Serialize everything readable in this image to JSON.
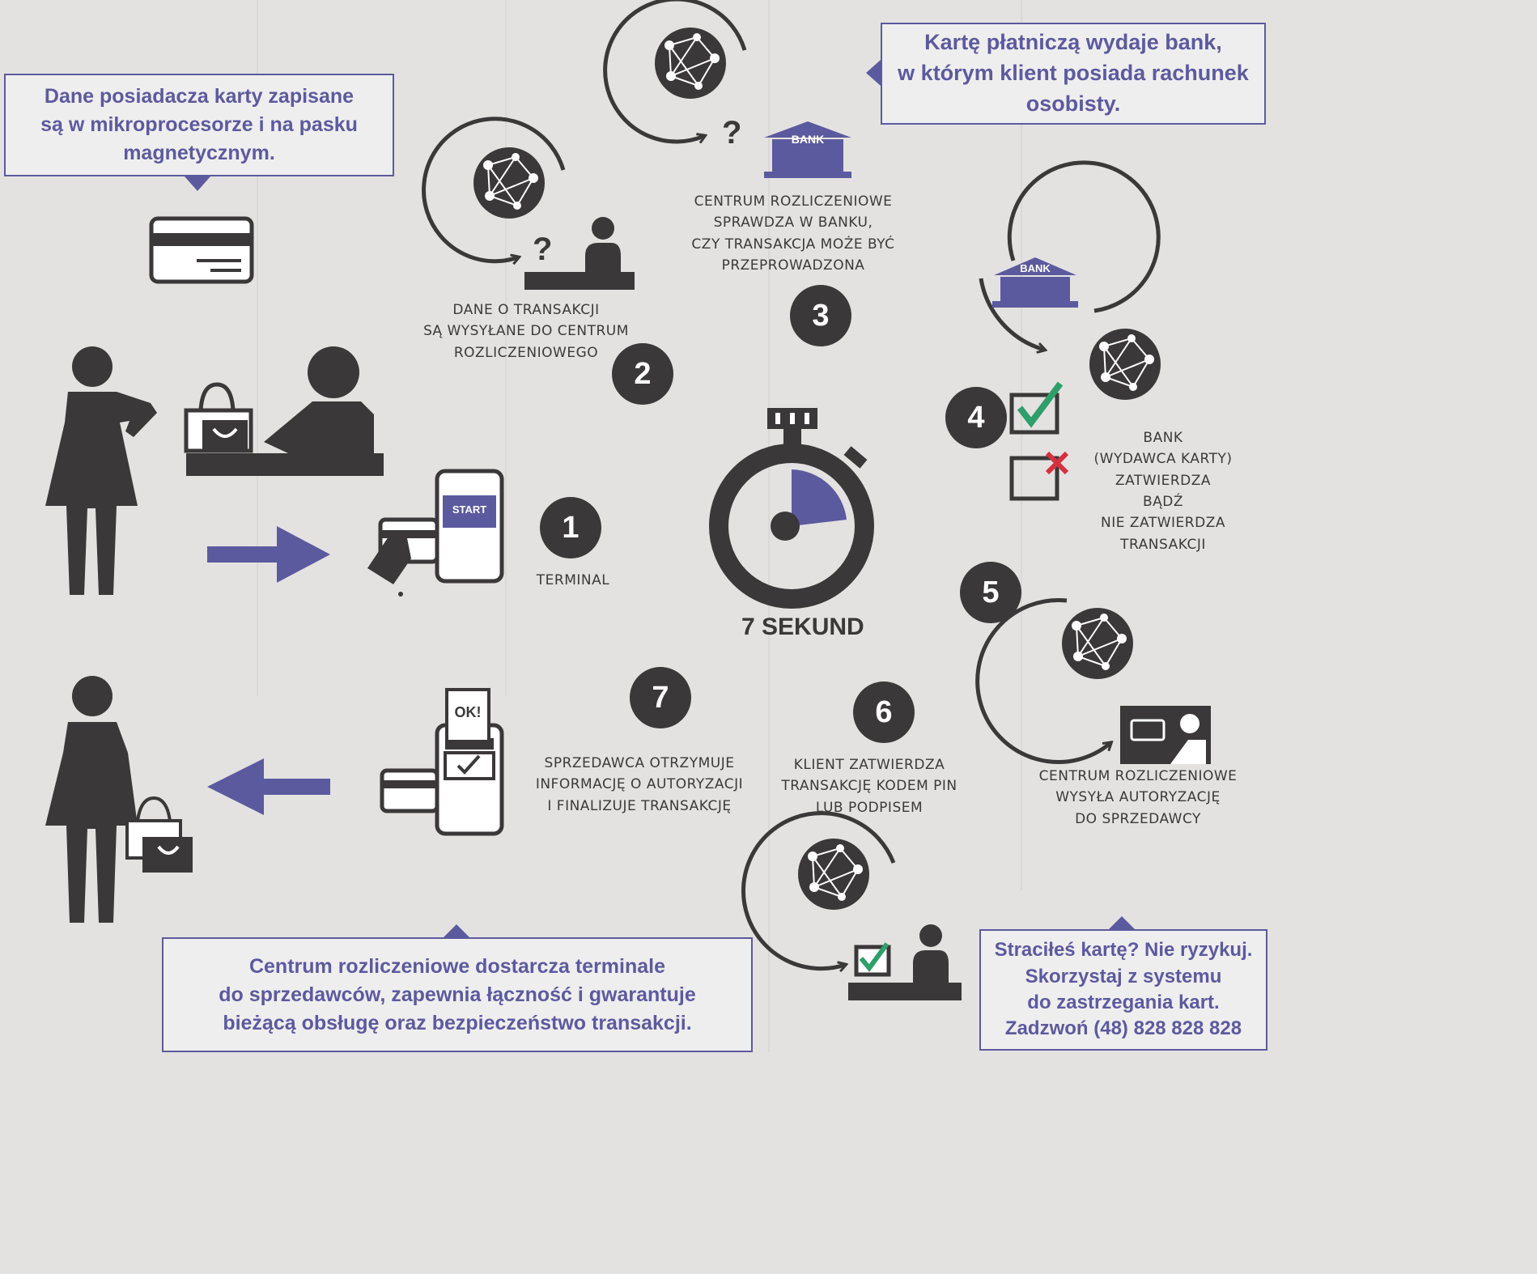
{
  "info_boxes": {
    "cardholder_data": "Dane posiadacza karty zapisane\nsą w mikroprocesorze i na pasku\nmagnetycznym.",
    "card_issuer": "Kartę płatniczą wydaje bank,\nw którym klient posiada rachunek\nosobisty.",
    "settlement_center": "Centrum rozliczeniowe dostarcza terminale\ndo sprzedawców, zapewnia łączność i gwarantuje\nbieżącą obsługę oraz bezpieczeństwo transakcji.",
    "lost_card": "Straciłeś kartę? Nie ryzykuj.\nSkorzystaj z systemu\ndo zastrzegania kart.\nZadzwoń (48) 828 828 828"
  },
  "steps": [
    {
      "number": "1",
      "caption": "TERMINAL"
    },
    {
      "number": "2",
      "caption": "DANE O TRANSAKCJI\nSĄ WYSYŁANE DO CENTRUM\nROZLICZENIOWEGO"
    },
    {
      "number": "3",
      "caption": "CENTRUM ROZLICZENIOWE\nSPRAWDZA W BANKU,\nCZY TRANSAKCJA MOŻE BYĆ\nPRZEPROWADZONA"
    },
    {
      "number": "4",
      "caption": "BANK\n(WYDAWCA KARTY)\nZATWIERDZA\nBĄDŹ\nNIE ZATWIERDZA\nTRANSAKCJI"
    },
    {
      "number": "5",
      "caption": "CENTRUM ROZLICZENIOWE\nWYSYŁA AUTORYZACJĘ\nDO SPRZEDAWCY"
    },
    {
      "number": "6",
      "caption": "KLIENT ZATWIERDZA\nTRANSAKCJĘ KODEM PIN\nLUB PODPISEM"
    },
    {
      "number": "7",
      "caption": "SPRZEDAWCA OTRZYMUJE\nINFORMACJĘ O AUTORYZACJI\nI FINALIZUJE TRANSAKCJĘ"
    }
  ],
  "timer": {
    "label": "7 SEKUND"
  },
  "icon_text": {
    "terminal_start": "START",
    "bank_sign": "BANK",
    "receipt_ok": "OK!",
    "question": "?"
  },
  "colors": {
    "accent_purple": "#5c5a9e",
    "dark_icon": "#3a3838",
    "check_green": "#2e9e6a",
    "reject_red": "#d63040",
    "background": "#e4e2e0"
  }
}
